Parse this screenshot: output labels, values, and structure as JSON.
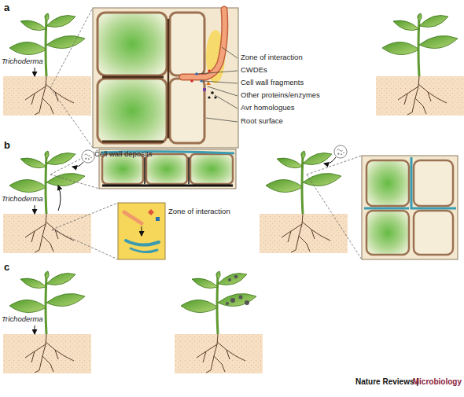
{
  "diagram": {
    "labels": [
      "a",
      "Trichoderma",
      "Zone of interaction",
      "CWDEs",
      "Cell wall fragments",
      "Other proteins/enzymes",
      "Avr homologues",
      "Root surface",
      "Cell wall deposits",
      "b",
      "Trichoderma",
      "Zone of interaction",
      "c",
      "Trichoderma",
      "Nature Reviews |",
      "Microbiology"
    ]
  }
}
